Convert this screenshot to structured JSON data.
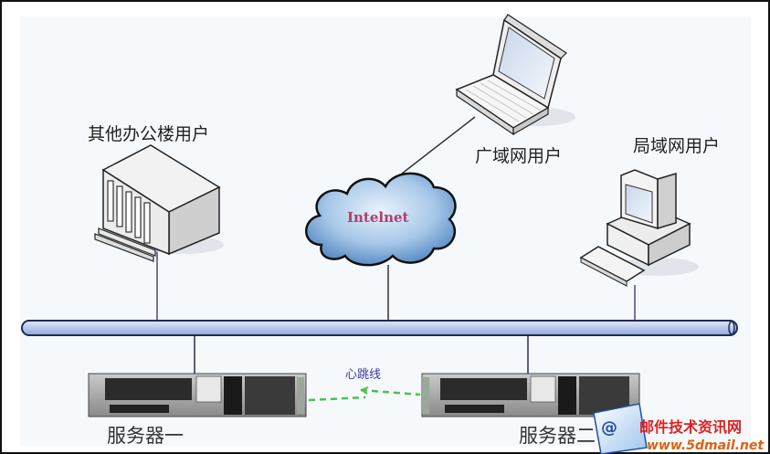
{
  "diagram": {
    "nodes": {
      "building": {
        "label": "其他办公楼用户",
        "icon": "office-building-icon"
      },
      "laptop": {
        "label": "广域网用户",
        "icon": "laptop-icon"
      },
      "desktop": {
        "label": "局域网用户",
        "icon": "desktop-computer-icon"
      },
      "cloud": {
        "label": "Intelnet",
        "icon": "cloud-icon"
      },
      "server1": {
        "label": "服务器一",
        "icon": "rack-server-icon"
      },
      "server2": {
        "label": "服务器二",
        "icon": "rack-server-icon"
      }
    },
    "heartbeat_label": "心跳线",
    "colors": {
      "bus_fill": "#b8c8ea",
      "bus_stroke": "#1f2a5a",
      "heartbeat": "#4cc04c",
      "cloud_text": "#b0406a",
      "heartbeat_text": "#3a3aa0",
      "watermark_red": "#e02020",
      "watermark_orange": "#e06010"
    }
  },
  "watermark": {
    "title": "邮件技术资讯网",
    "url": "www.5dmail.net"
  }
}
